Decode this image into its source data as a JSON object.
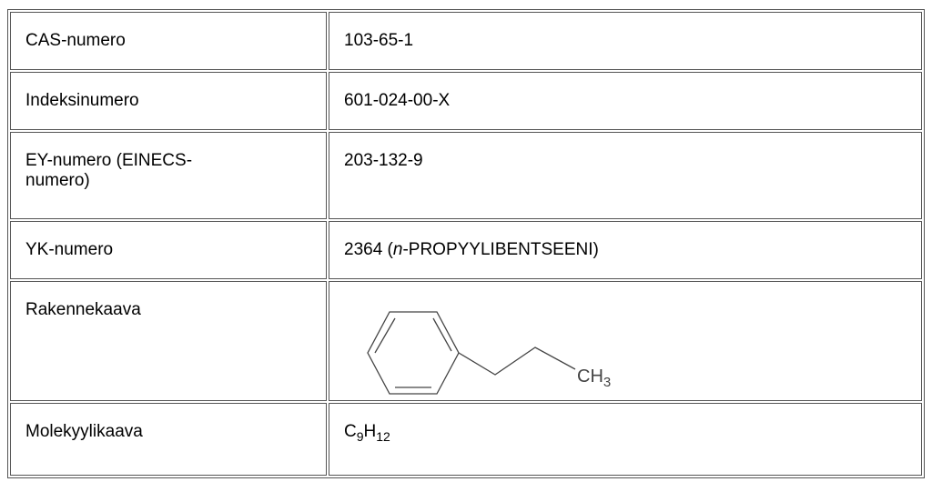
{
  "rows": [
    {
      "label": "CAS-numero",
      "value": "103-65-1"
    },
    {
      "label": "Indeksinumero",
      "value": "601-024-00-X"
    },
    {
      "label": "EY-numero (EINECS-numero)",
      "value": "203-132-9"
    },
    {
      "label": "YK-numero",
      "value_prefix": "2364 (",
      "value_italic": "n",
      "value_suffix": "-PROPYYLIBENTSEENI)"
    },
    {
      "label": "Rakennekaava",
      "structure_group": "CH",
      "structure_sub": "3"
    },
    {
      "label": "Molekyylikaava",
      "formula": {
        "c": "C",
        "c_count": "9",
        "h": "H",
        "h_count": "12"
      }
    }
  ]
}
